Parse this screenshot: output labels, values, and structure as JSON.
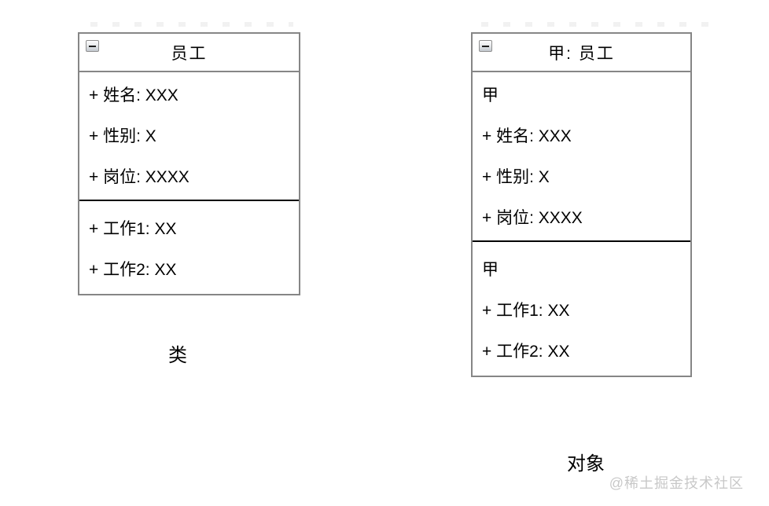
{
  "diagram": {
    "class_box": {
      "title": "员工",
      "collapse_icon": "minus",
      "attributes": [
        "+ 姓名: XXX",
        "+ 性别: X",
        "+ 岗位: XXXX"
      ],
      "operations": [
        "+ 工作1: XX",
        "+ 工作2: XX"
      ],
      "caption": "类"
    },
    "object_box": {
      "title": "甲: 员工",
      "collapse_icon": "minus",
      "attributes": [
        "甲",
        "+ 姓名: XXX",
        "+ 性别: X",
        "+ 岗位: XXXX"
      ],
      "operations": [
        "甲",
        "+ 工作1: XX",
        "+ 工作2: XX"
      ],
      "caption": "对象"
    },
    "watermark": "@稀土掘金技术社区"
  },
  "colors": {
    "box_border": "#868686",
    "section_divider": "#000000",
    "text": "#000000",
    "watermark": "#c8c8c8"
  }
}
